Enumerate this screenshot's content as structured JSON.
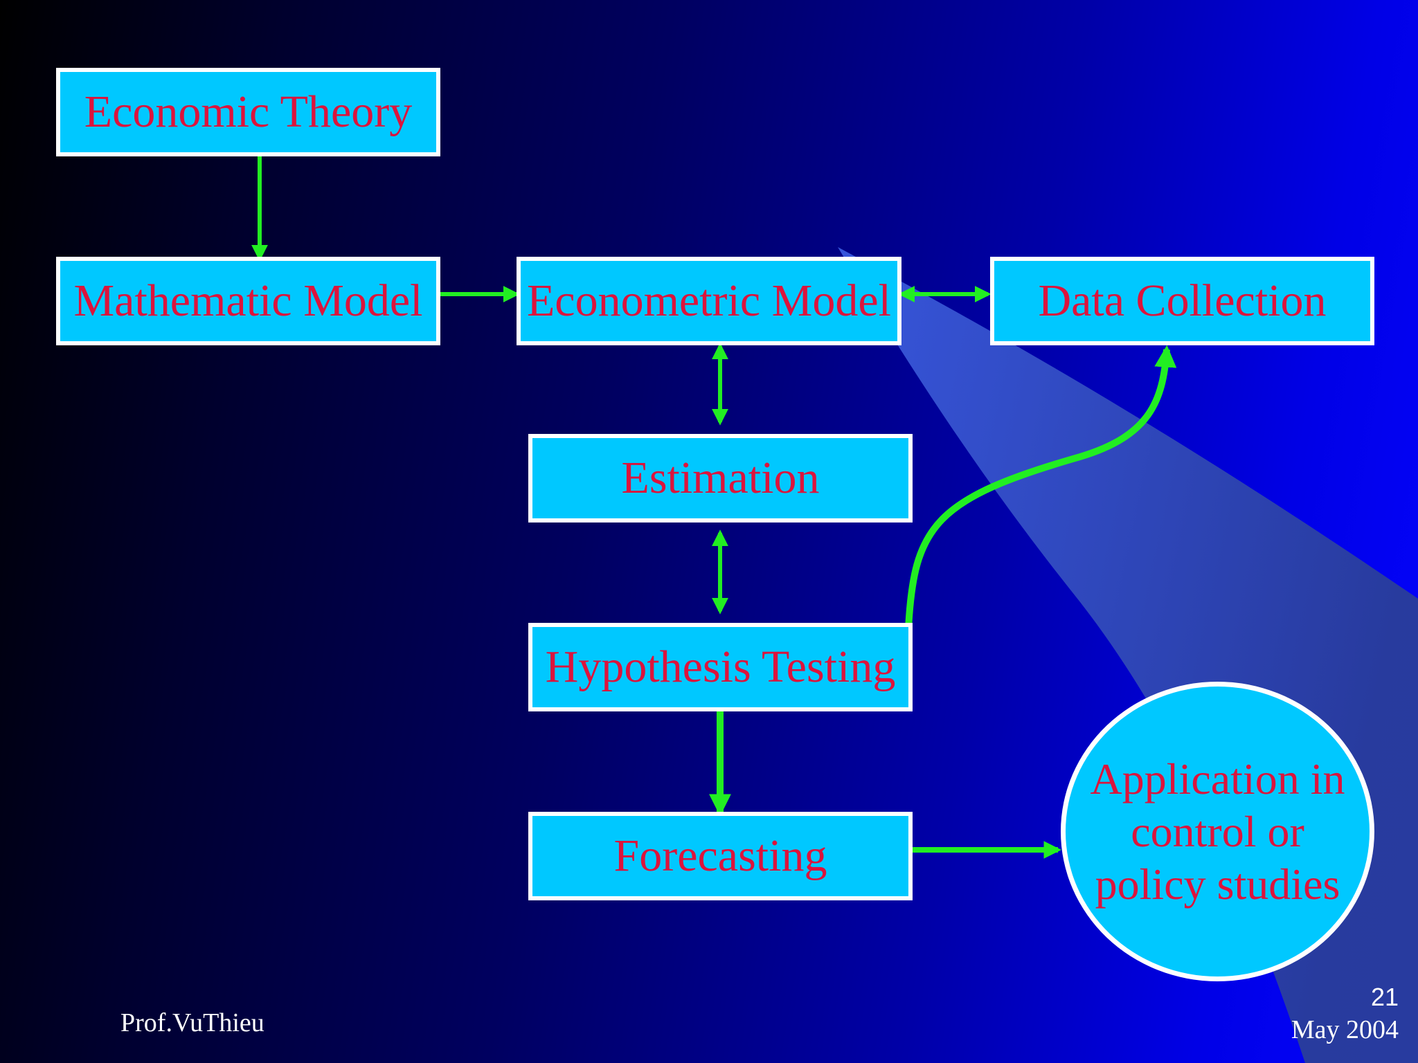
{
  "nodes": {
    "economic_theory": "Economic Theory",
    "mathematic_model": "Mathematic Model",
    "econometric_model": "Econometric Model",
    "data_collection": "Data Collection",
    "estimation": "Estimation",
    "hypothesis_testing": "Hypothesis Testing",
    "forecasting": "Forecasting",
    "application": "Application in control or policy studies"
  },
  "footer": {
    "author": "Prof.VuThieu",
    "page_number": "21",
    "date": "May 2004"
  },
  "colors": {
    "box_fill": "#00c8ff",
    "box_border": "#ffffff",
    "text": "#dc143c",
    "arrow": "#22ee22"
  }
}
